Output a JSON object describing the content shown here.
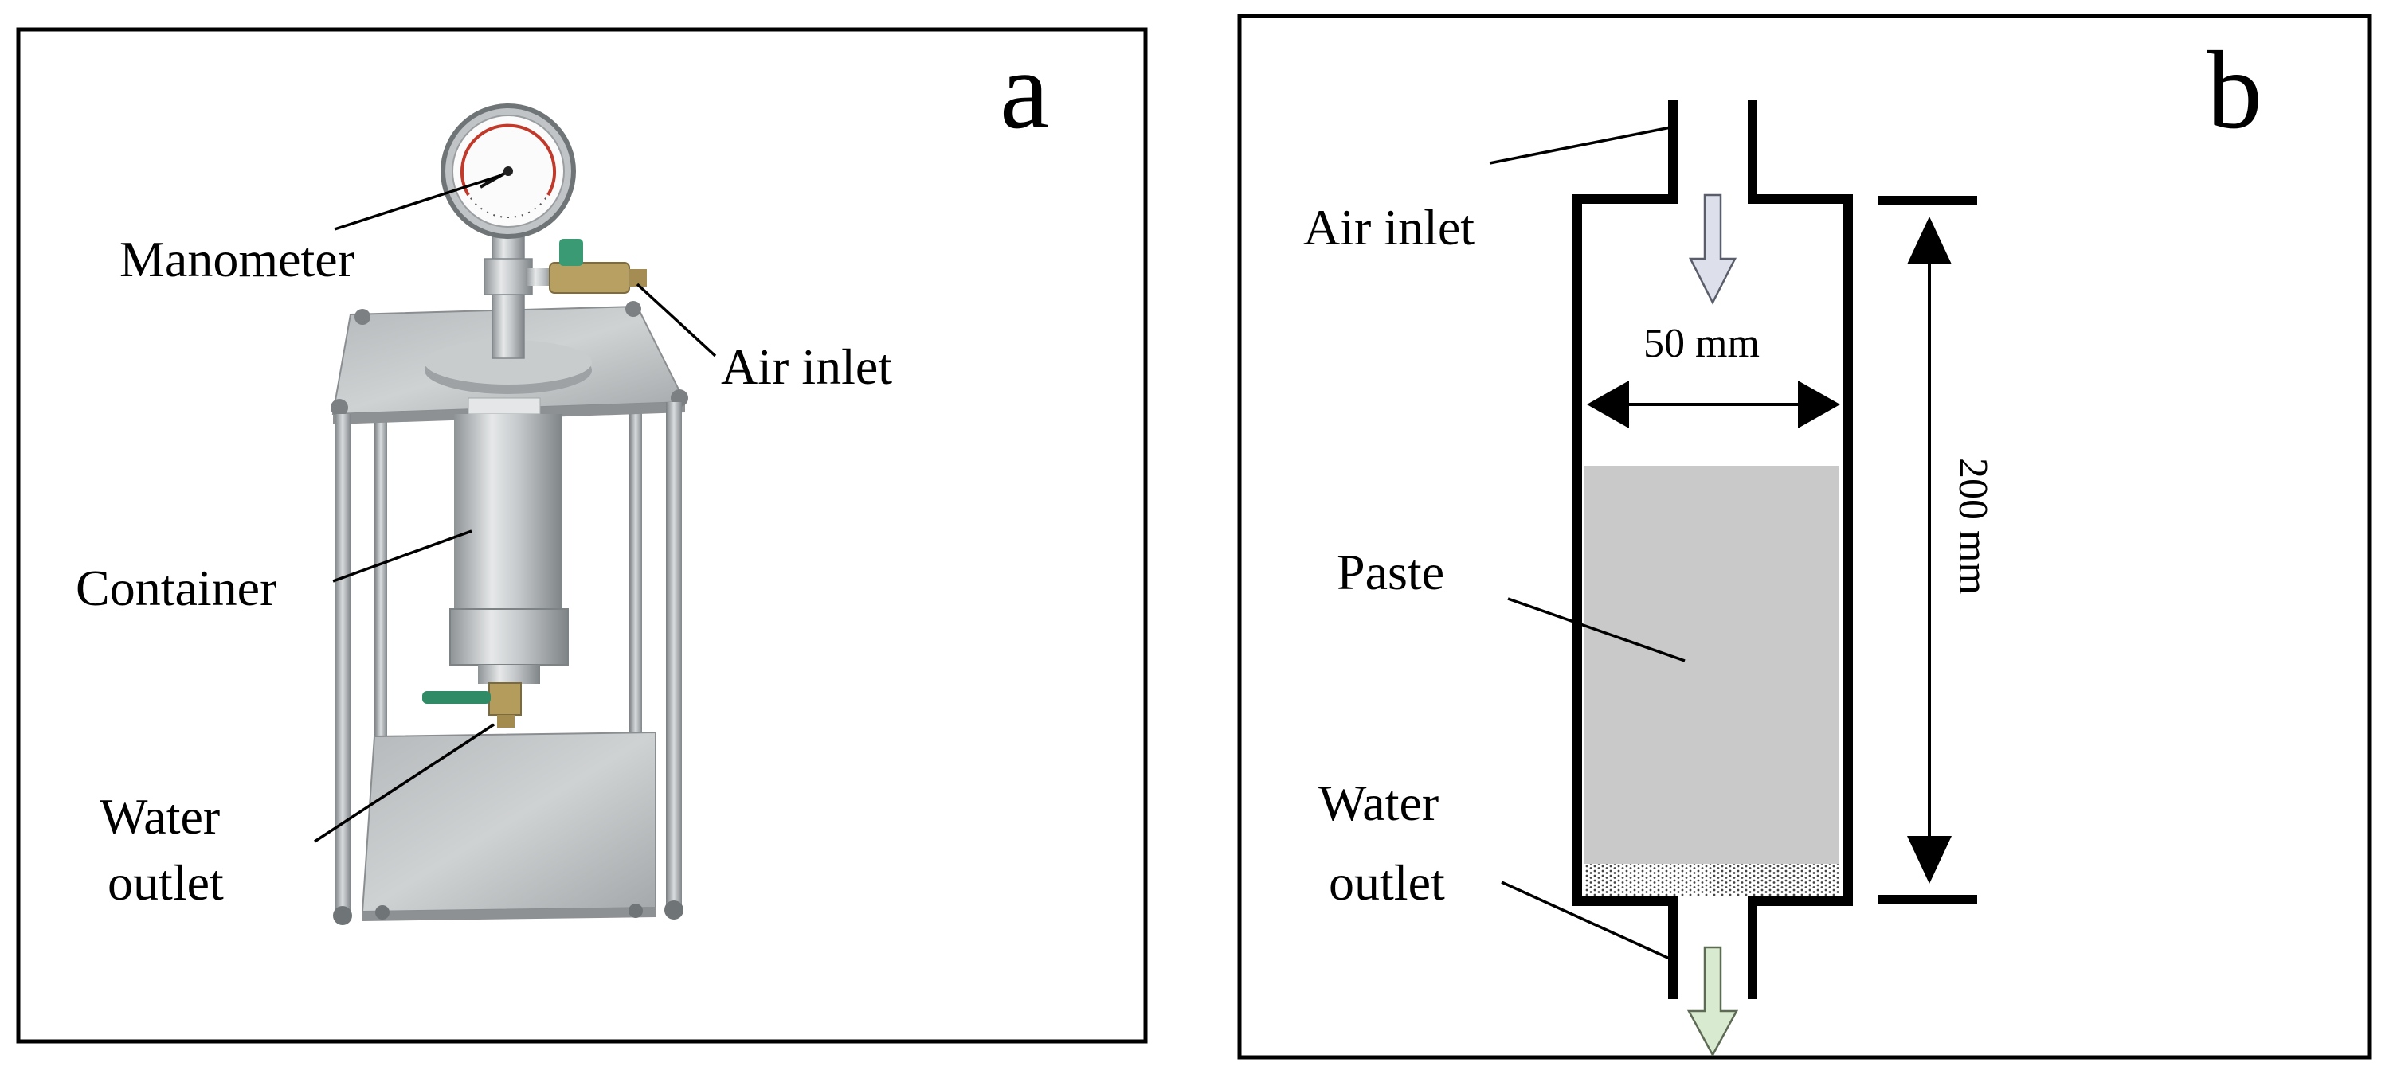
{
  "panel_a": {
    "letter": "a",
    "labels": {
      "manometer": "Manometer",
      "air_inlet": "Air inlet",
      "container": "Container",
      "water": "Water",
      "outlet": "outlet"
    }
  },
  "panel_b": {
    "letter": "b",
    "labels": {
      "air_inlet": "Air inlet",
      "width": "50 mm",
      "height": "200 mm",
      "paste": "Paste",
      "water": "Water",
      "outlet": "outlet"
    }
  },
  "colors": {
    "paste": "#c9c9c9",
    "air_arrow": "#dde0ea",
    "water_arrow": "#d8ead0",
    "steel": "#b8bcbf"
  }
}
